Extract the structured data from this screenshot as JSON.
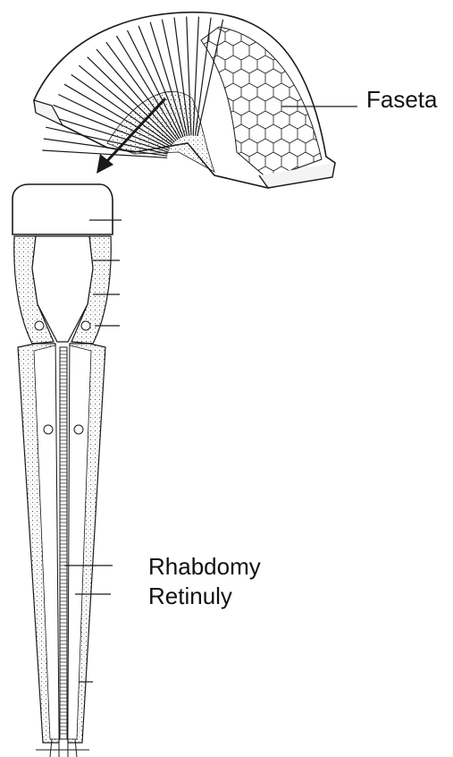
{
  "labels": {
    "faseta": "Faseta",
    "rhabdomy": "Rhabdomy",
    "retinuly": "Retinuly"
  },
  "colors": {
    "ink": "#1a1a1a",
    "stipple": "#cfcfcf",
    "background": "#ffffff"
  }
}
